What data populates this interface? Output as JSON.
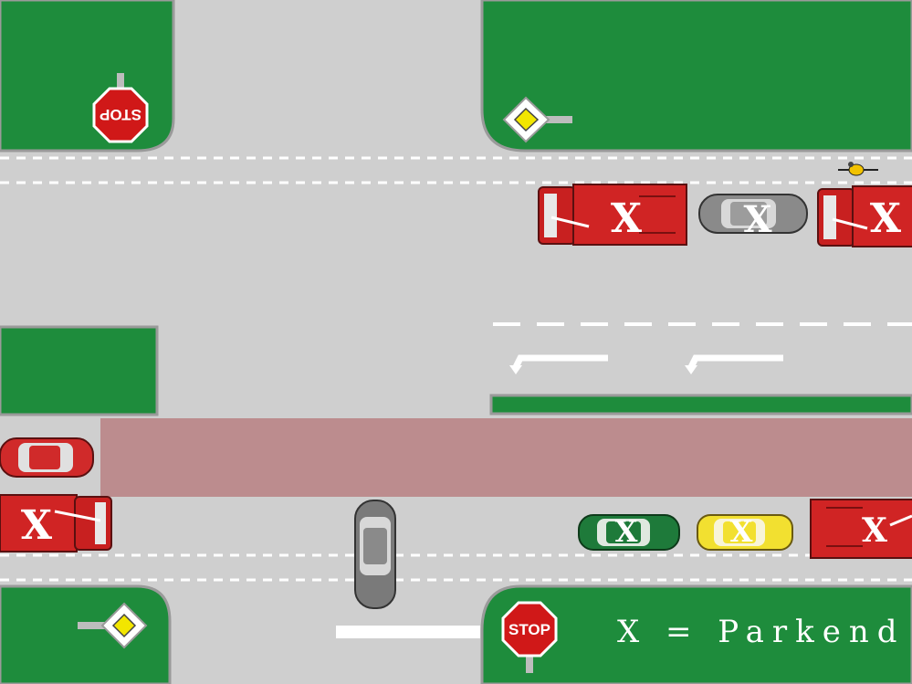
{
  "signs": {
    "stop_label": "STOP"
  },
  "parking_mark": "X",
  "legend": {
    "text": "X = Parkend"
  },
  "colors": {
    "grass": "#1e8c3c",
    "road": "#cfcfcf",
    "bike_lane": "#bc8c8e",
    "fire_truck": "#d02424",
    "stop_sign": "#d01818",
    "priority_sign": "#f2e600"
  },
  "vehicles": [
    {
      "type": "fire-truck",
      "parked": true
    },
    {
      "type": "grey-car",
      "parked": true
    },
    {
      "type": "fire-truck",
      "parked": true
    },
    {
      "type": "red-car",
      "parked": false
    },
    {
      "type": "fire-truck",
      "parked": true
    },
    {
      "type": "grey-car",
      "parked": false
    },
    {
      "type": "green-car",
      "parked": true
    },
    {
      "type": "yellow-car",
      "parked": true
    },
    {
      "type": "fire-truck",
      "parked": true
    },
    {
      "type": "cyclist",
      "parked": false
    }
  ]
}
